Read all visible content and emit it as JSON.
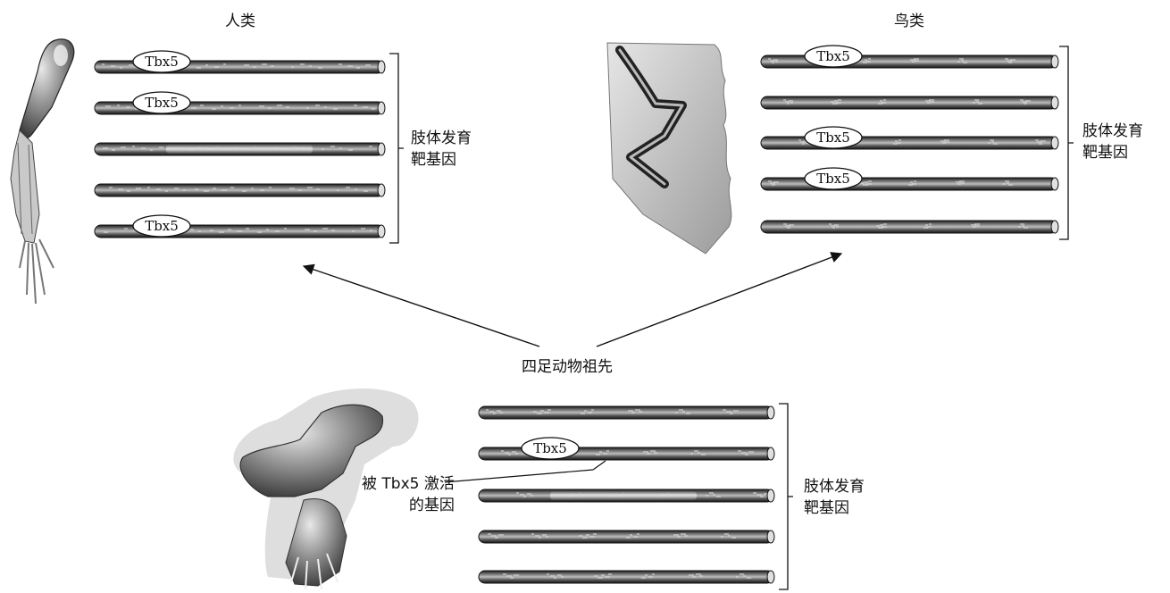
{
  "groups": {
    "human": {
      "title": "人类",
      "bracket_label_line1": "肢体发育",
      "bracket_label_line2": "靶基因",
      "tbx5_bars": [
        true,
        true,
        false,
        false,
        true
      ],
      "highlight_bars": [
        false,
        false,
        true,
        false,
        false
      ]
    },
    "bird": {
      "title": "鸟类",
      "bracket_label_line1": "肢体发育",
      "bracket_label_line2": "靶基因",
      "tbx5_bars": [
        true,
        false,
        true,
        true,
        false
      ],
      "highlight_bars": [
        false,
        false,
        false,
        false,
        false
      ]
    },
    "ancestor": {
      "title": "四足动物祖先",
      "bracket_label_line1": "肢体发育",
      "bracket_label_line2": "靶基因",
      "tbx5_bars": [
        false,
        true,
        false,
        false,
        false
      ],
      "highlight_bars": [
        false,
        false,
        true,
        false,
        false
      ],
      "callout_line1": "被 Tbx5 激活",
      "callout_line2": "的基因"
    }
  },
  "tbx5_label": "Tbx5",
  "colors": {
    "bar_dark": "#2a2a2a",
    "bar_mid": "#5c5c5c",
    "bar_light": "#9a9a9a",
    "ink": "#111111"
  }
}
